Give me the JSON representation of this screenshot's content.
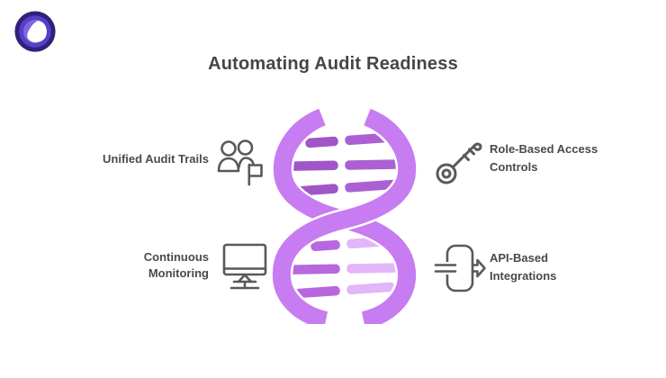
{
  "title": "Automating Audit Readiness",
  "brand": {
    "logo": "abstract-pick-logo"
  },
  "items": [
    {
      "id": "unified-audit-trails",
      "position": "top-left",
      "icon": "users-flag-icon",
      "lines": [
        "Unified Audit Trails"
      ]
    },
    {
      "id": "role-based-access-controls",
      "position": "top-right",
      "icon": "key-icon",
      "lines": [
        "Role-Based Access",
        "Controls"
      ]
    },
    {
      "id": "continuous-monitoring",
      "position": "bottom-left",
      "icon": "monitor-icon",
      "lines": [
        "Continuous",
        "Monitoring"
      ]
    },
    {
      "id": "api-based-integrations",
      "position": "bottom-right",
      "icon": "api-arrow-icon",
      "lines": [
        "API-Based",
        "Integrations"
      ]
    }
  ],
  "center_graphic": {
    "name": "dna-helix",
    "colors": {
      "strand": "#c77cf2",
      "rung_top_left": "#a156c8",
      "rung_top_right": "#ac60d3",
      "rung_bottom_left": "#b768df",
      "rung_bottom_right": "#e2b6f8"
    }
  },
  "colors": {
    "title_text": "#454545",
    "label_text": "#4a4a4b",
    "icon_stroke": "#58595b",
    "background": "#ffffff",
    "logo_outer": "#32207a",
    "logo_mid": "#5640c8",
    "logo_inner": "#7e66e6",
    "logo_pick": "#ffffff"
  }
}
